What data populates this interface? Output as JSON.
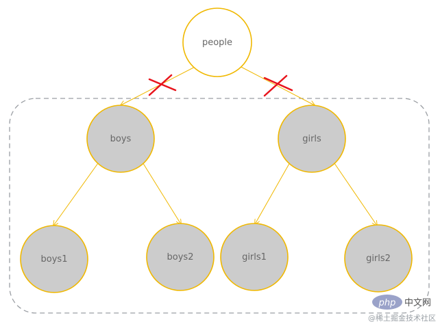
{
  "colors": {
    "node_stroke": "#f0b800",
    "edge": "#f0b800",
    "root_fill": "#ffffff",
    "child_fill": "#cccccc",
    "cross": "#e8141c",
    "dashed_box": "#9a9ea3",
    "label": "#666666"
  },
  "nodes": {
    "root": "people",
    "boys": "boys",
    "girls": "girls",
    "boys1": "boys1",
    "boys2": "boys2",
    "girls1": "girls1",
    "girls2": "girls2"
  },
  "watermark": {
    "php_logo": "php",
    "site": "中文网",
    "credit": "@稀土掘金技术社区"
  }
}
